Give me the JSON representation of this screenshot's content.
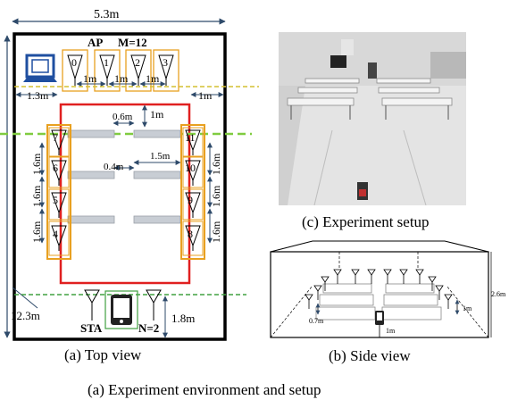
{
  "top_view": {
    "width_label": "5.3m",
    "height_label": "12.3m",
    "ap_label": "AP",
    "ap_count_label": "M=12",
    "ap_antennas_top": [
      "0",
      "1",
      "2",
      "3"
    ],
    "ap_antennas_left": [
      "7",
      "6",
      "5",
      "4"
    ],
    "ap_antennas_right": [
      "11",
      "10",
      "9",
      "8"
    ],
    "spacing_1m": "1m",
    "left_margin": "1.3m",
    "right_margin": "1m",
    "table_gap": "0.6m",
    "rect_offset": "1m",
    "gap_04": "0.4m",
    "table_length": "1.5m",
    "vertical_spacing": "1.6m",
    "sta_label": "STA",
    "sta_count_label": "N=2",
    "sta_height": "1.8m"
  },
  "side_view": {
    "height_label": "2.6m",
    "sta_height": "1m",
    "ant_height": "1m",
    "offset": "0.7m"
  },
  "captions": {
    "top_view": "(a) Top view",
    "experiment_setup": "(c) Experiment setup",
    "side_view": "(b) Side view",
    "figure": "(a)  Experiment environment and setup"
  },
  "colors": {
    "room_border": "#000000",
    "ap_area": "#e8a020",
    "robot_area": "#e02020",
    "table": "#c8cdd4",
    "ap_line": "#d4c030",
    "green_line": "#80cc40",
    "sta_line": "#40a040",
    "dimension": "#2e4a6a"
  }
}
